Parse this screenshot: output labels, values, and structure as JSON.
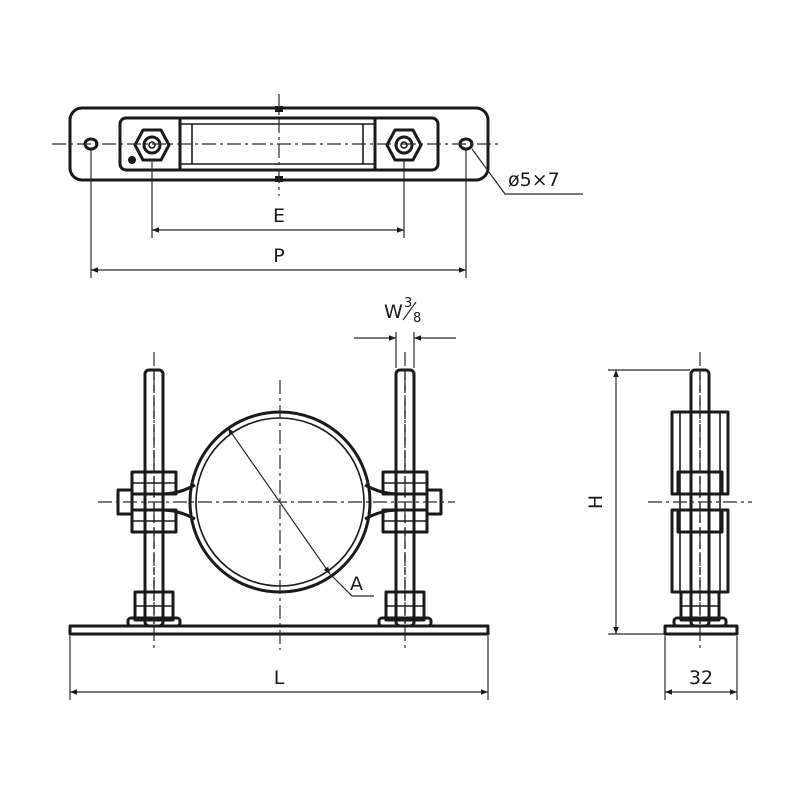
{
  "labels": {
    "e": "E",
    "p": "P",
    "hole": "ø5×7",
    "thread_main": "W",
    "thread_num": "3",
    "thread_den": "8",
    "a": "A",
    "h": "H",
    "l": "L",
    "width_32": "32"
  }
}
